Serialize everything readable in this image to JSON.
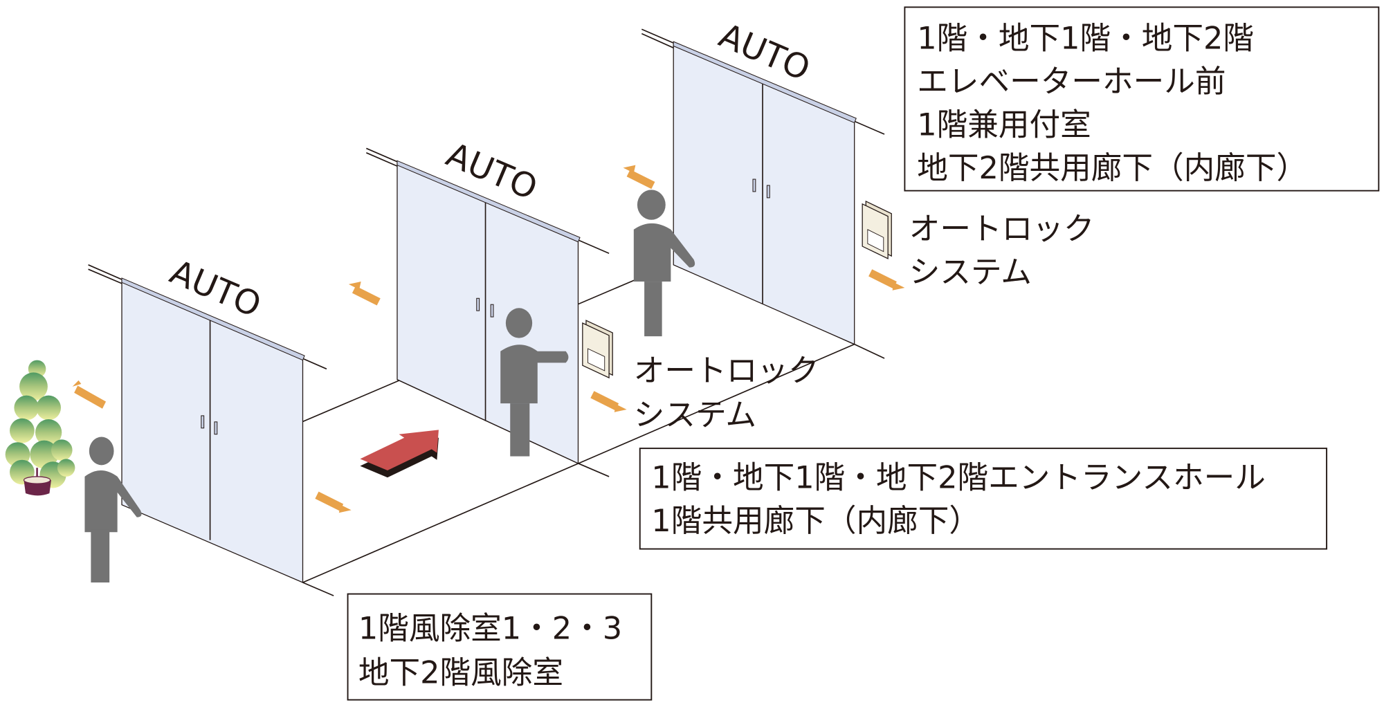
{
  "doors": [
    {
      "sign": "AUTO"
    },
    {
      "sign": "AUTO"
    },
    {
      "sign": "AUTO"
    }
  ],
  "autolock_labels": [
    {
      "line1": "オートロック",
      "line2": "システム"
    },
    {
      "line1": "オートロック",
      "line2": "システム"
    }
  ],
  "callouts": {
    "elevator_hall": [
      "1階・地下1階・地下2階",
      "エレベーターホール前",
      "1階兼用付室",
      "地下2階共用廊下（内廊下）"
    ],
    "entrance_hall": [
      "1階・地下1階・地下2階エントランスホール",
      "1階共用廊下（内廊下）"
    ],
    "windbreak_room": [
      "1階風除室1・2・3",
      "地下2階風除室"
    ]
  },
  "colors": {
    "glass": "#e8edf8",
    "person": "#737373",
    "door_arrow": "#e8a24a",
    "direction_arrow": "#c9504f"
  }
}
